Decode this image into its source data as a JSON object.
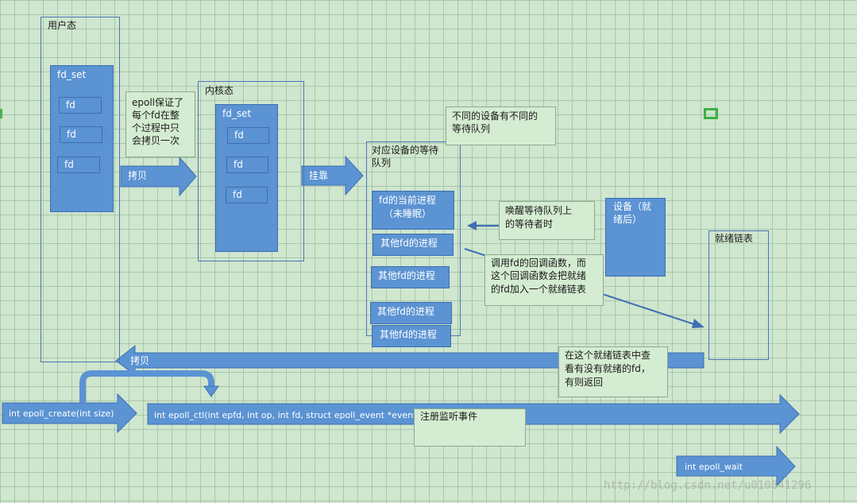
{
  "labels": {
    "user_space": "用户态",
    "user_fd_set": "fd_set",
    "fd": "fd",
    "epoll_note_l1": "epoll保证了",
    "epoll_note_l2": "每个fd在整",
    "epoll_note_l3": "个过程中只",
    "epoll_note_l4": "会拷贝一次",
    "copy_arrow": "拷贝",
    "kernel": "内核态",
    "kernel_fd_set": "fd_set",
    "hang_arrow": "挂靠",
    "wait_queue_l1": "对应设备的等待",
    "wait_queue_l2": "队列",
    "diff_queue_l1": "不同的设备有不同的",
    "diff_queue_l2": "等待队列",
    "current_proc_l1": "fd的当前进程",
    "current_proc_l2": "（未睡眠）",
    "other_proc": "其他fd的进程",
    "wake_l1": "唤醒等待队列上",
    "wake_l2": "的等待者时",
    "device_l1": "设备（就",
    "device_l2": "绪后）",
    "callback_l1": "调用fd的回调函数，而",
    "callback_l2": "这个回调函数会把就绪",
    "callback_l3": "的fd加入一个就绪链表",
    "ready_list": "就绪链表",
    "copy_back": "拷贝",
    "check_l1": "在这个就绪链表中查",
    "check_l2": "看有没有就绪的fd，",
    "check_l3": "有则返回",
    "epoll_create": "int epoll_create(int size)",
    "epoll_ctl": "int epoll_ctl(int epfd, int op, int fd, struct epoll_event *event)",
    "register": "注册监听事件",
    "epoll_wait": "int epoll_wait",
    "watermark": "http://blog.csdn.net/u010841296"
  },
  "colors": {
    "arrow_fill": "#5b93d3",
    "arrow_stroke": "#3f6fb0",
    "box_outline": "#4a74b8",
    "note_bg": "#d4ecd1",
    "grid_bg": "#cfe6cf"
  }
}
